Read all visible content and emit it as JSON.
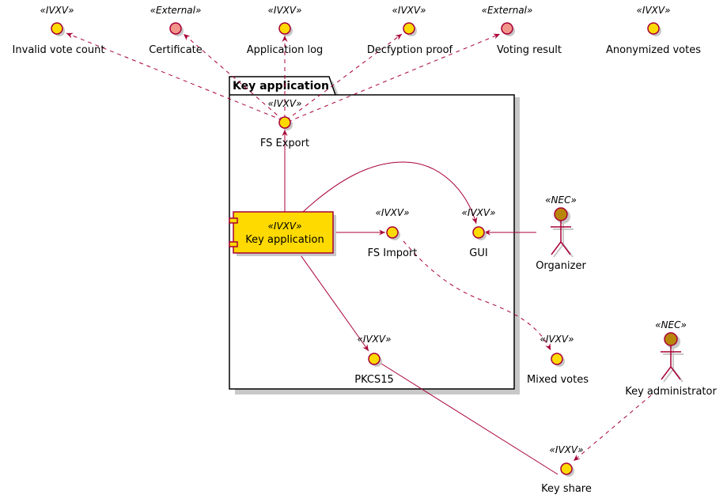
{
  "colors": {
    "line": "#A80036",
    "ivxv_fill": "#FEDA00",
    "external_fill": "#F1948A",
    "actor_fill": "#B8860B",
    "component_fill": "#FEDA00",
    "shadow": "#c8c8c8"
  },
  "package": {
    "title": "Key application"
  },
  "component": {
    "stereotype": "«IVXV»",
    "label": "Key application"
  },
  "interfaces": {
    "invalid_vote_count": {
      "stereotype": "«IVXV»",
      "label": "Invalid vote count"
    },
    "certificate": {
      "stereotype": "«External»",
      "label": "Certificate"
    },
    "application_log": {
      "stereotype": "«IVXV»",
      "label": "Application log"
    },
    "decryption_proof": {
      "stereotype": "«IVXV»",
      "label": "Decfyption proof"
    },
    "voting_result": {
      "stereotype": "«External»",
      "label": "Voting result"
    },
    "anonymized_votes": {
      "stereotype": "«IVXV»",
      "label": "Anonymized votes"
    },
    "fs_export": {
      "stereotype": "«IVXV»",
      "label": "FS Export"
    },
    "fs_import": {
      "stereotype": "«IVXV»",
      "label": "FS Import"
    },
    "gui": {
      "stereotype": "«IVXV»",
      "label": "GUI"
    },
    "pkcs15": {
      "stereotype": "«IVXV»",
      "label": "PKCS15"
    },
    "mixed_votes": {
      "stereotype": "«IVXV»",
      "label": "Mixed votes"
    },
    "key_share": {
      "stereotype": "«IVXV»",
      "label": "Key share"
    }
  },
  "actors": {
    "organizer": {
      "stereotype": "«NEC»",
      "label": "Organizer"
    },
    "key_administrator": {
      "stereotype": "«NEC»",
      "label": "Key administrator"
    }
  }
}
